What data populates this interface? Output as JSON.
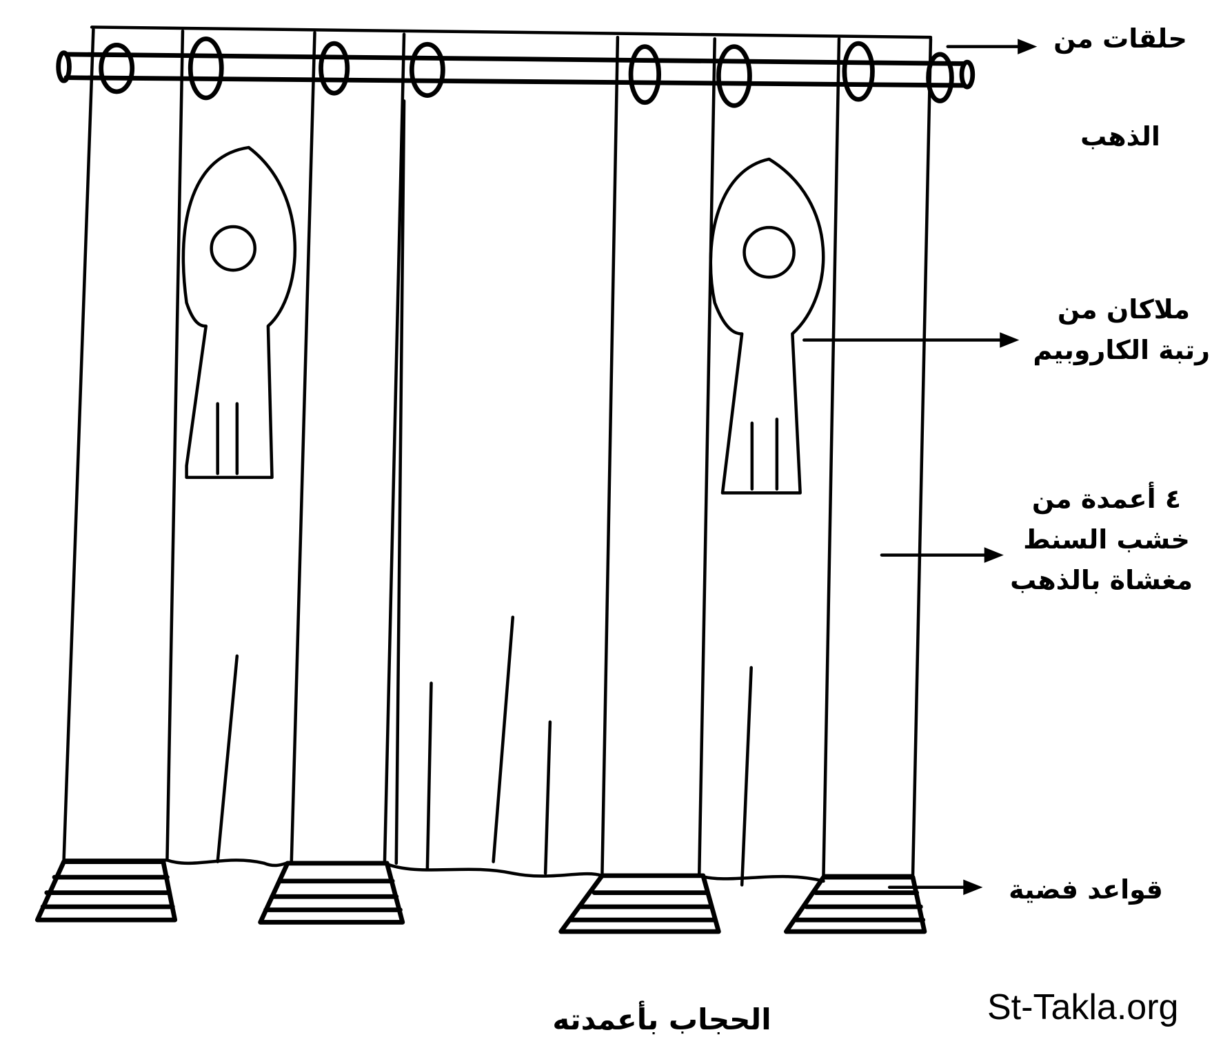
{
  "labels": {
    "rings": [
      "حلقات من",
      "الذهب"
    ],
    "cherubim": [
      "ملاكان من",
      "رتبة الكاروبيم"
    ],
    "pillars": [
      "٤ أعمدة من",
      "خشب السنط",
      "مغشاة بالذهب"
    ],
    "bases": [
      "قواعد فضية"
    ]
  },
  "caption": "الحجاب بأعمدته",
  "watermark": "St-Takla.org"
}
